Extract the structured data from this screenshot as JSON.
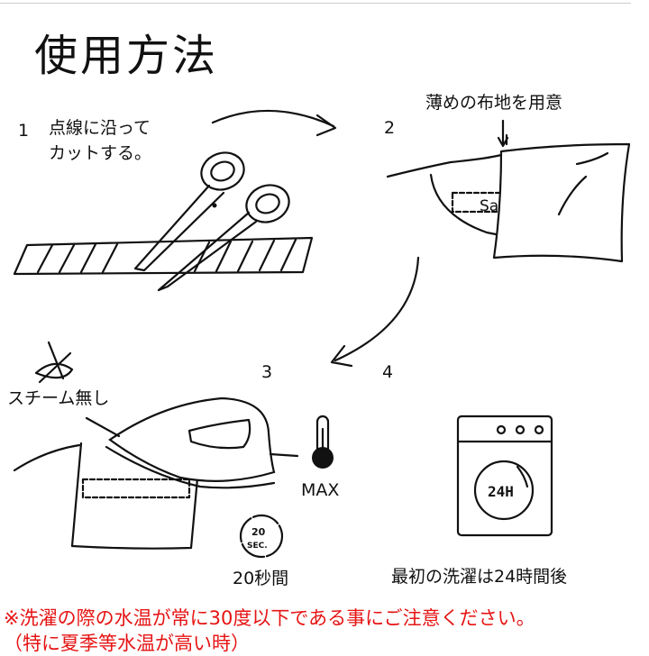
{
  "title": "使用方法",
  "steps": [
    {
      "number": "1",
      "caption_line1": "点線に沿って",
      "caption_line2": "カットする。"
    },
    {
      "number": "2",
      "caption": "薄めの布地を用意",
      "label_text": "Sa"
    },
    {
      "number": "3",
      "steam_label": "スチーム無し",
      "temp_label": "MAX",
      "time_badge_top": "20",
      "time_badge_bottom": "SEC.",
      "duration_label": "20秒間"
    },
    {
      "number": "4",
      "badge_text": "24H",
      "caption": "最初の洗濯は24時間後"
    }
  ],
  "warning": {
    "line1": "※洗濯の際の水温が常に30度以下である事にご注意ください。",
    "line2": "（特に夏季等水温が高い時）",
    "color": "#e61414"
  }
}
